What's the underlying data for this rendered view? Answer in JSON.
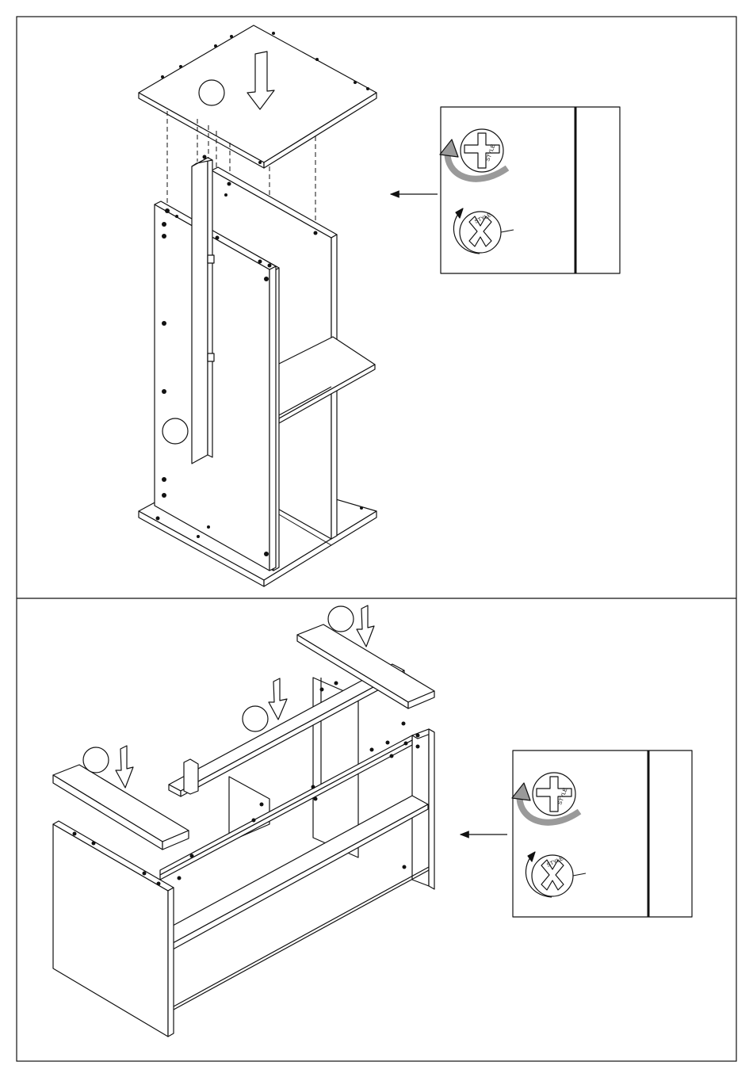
{
  "page": {
    "panels": [
      {
        "name": "step-panel-top"
      },
      {
        "name": "step-panel-bottom"
      }
    ]
  },
  "inset_top": {
    "lock_label": "STYLE",
    "unlock_label": "STYLE"
  },
  "inset_bottom": {
    "lock_label": "STYLE",
    "unlock_label": "STYLE"
  },
  "colors": {
    "line": "#111111",
    "rotation_arrow": "#9a9a9a",
    "panel_fill": "#ffffff"
  },
  "icons": [
    "cam-lock-locked-icon",
    "cam-lock-unlocked-icon",
    "down-arrow-icon",
    "callout-arrow-icon",
    "part-bubble-icon"
  ]
}
